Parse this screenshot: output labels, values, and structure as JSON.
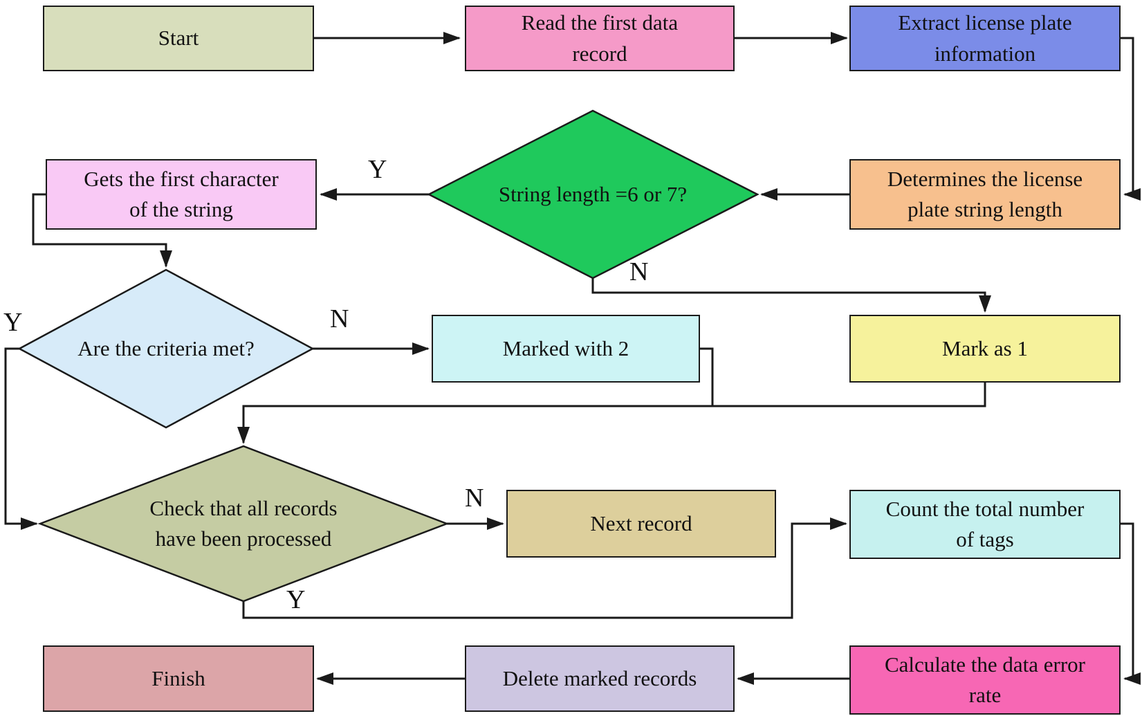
{
  "diagram_type": "flowchart",
  "edge_labels": {
    "yes": "Y",
    "no": "N"
  },
  "colors": {
    "line": "#1a1a1a",
    "text": "#111111",
    "background": "#ffffff"
  },
  "nodes": {
    "start": {
      "label": "Start",
      "fill": "#d8debc",
      "shape": "rect"
    },
    "read_record": {
      "label": "Read the first data\nrecord",
      "fill": "#f59ac8",
      "shape": "rect"
    },
    "extract_info": {
      "label": "Extract license plate\ninformation",
      "fill": "#7b8ce8",
      "shape": "rect"
    },
    "determine_length": {
      "label": "Determines the license\nplate string length",
      "fill": "#f7c08e",
      "shape": "rect"
    },
    "string_length_check": {
      "label": "String length =6 or 7?",
      "fill": "#1fc95c",
      "shape": "diamond"
    },
    "get_first_char": {
      "label": "Gets the first character\nof the string",
      "fill": "#f9c9f5",
      "shape": "rect"
    },
    "criteria_check": {
      "label": "Are the criteria met?",
      "fill": "#d7ebf9",
      "shape": "diamond"
    },
    "marked_with_2": {
      "label": "Marked with 2",
      "fill": "#cdf4f5",
      "shape": "rect"
    },
    "mark_as_1": {
      "label": "Mark as 1",
      "fill": "#f6f29c",
      "shape": "rect"
    },
    "all_processed_check": {
      "label": "Check that all records\nhave been processed",
      "fill": "#c5cca3",
      "shape": "diamond"
    },
    "next_record": {
      "label": "Next record",
      "fill": "#ddcf9c",
      "shape": "rect"
    },
    "count_tags": {
      "label": "Count the total number\nof tags",
      "fill": "#c6f1ef",
      "shape": "rect"
    },
    "calc_error_rate": {
      "label": "Calculate the data error\nrate",
      "fill": "#f767b4",
      "shape": "rect"
    },
    "delete_marked": {
      "label": "Delete marked records",
      "fill": "#cdc6e1",
      "shape": "rect"
    },
    "finish": {
      "label": "Finish",
      "fill": "#dca5a8",
      "shape": "rect"
    }
  }
}
